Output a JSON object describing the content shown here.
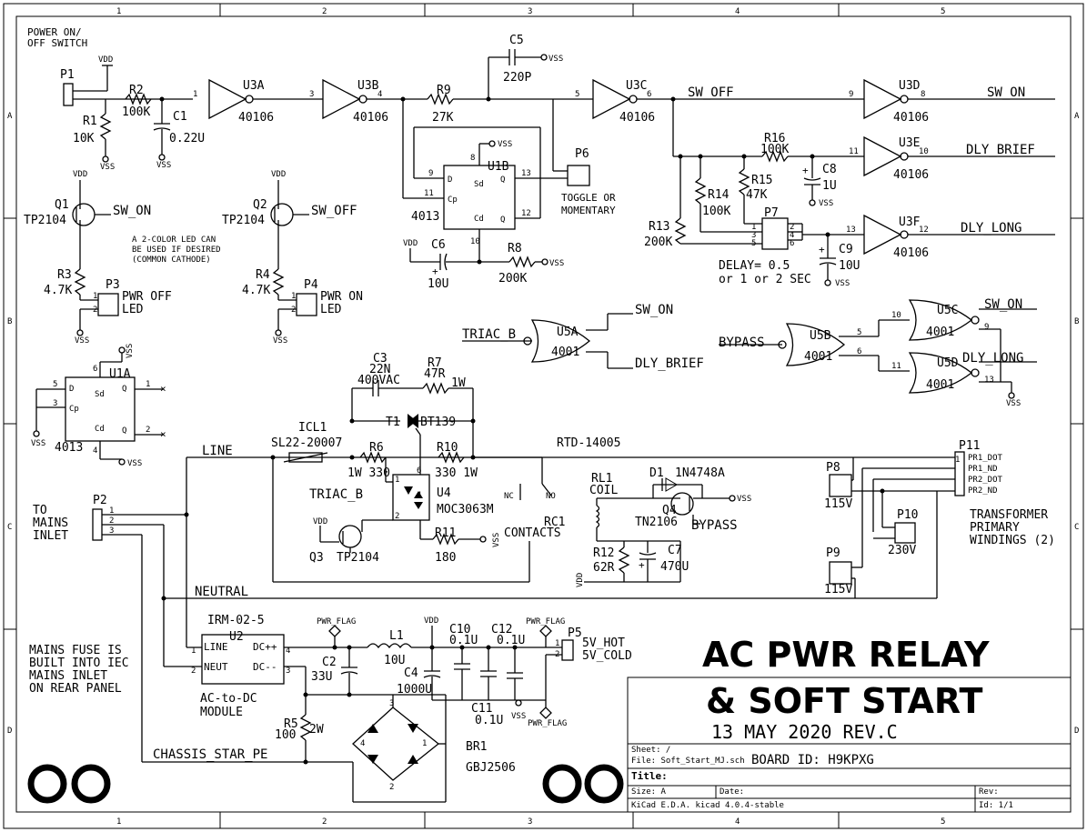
{
  "border": {
    "cols": [
      "1",
      "2",
      "3",
      "4",
      "5"
    ],
    "rows": [
      "A",
      "B",
      "C",
      "D"
    ]
  },
  "notes": {
    "power_switch": [
      "POWER ON/",
      "OFF SWITCH"
    ],
    "led_note": [
      "A 2-COLOR LED CAN",
      "BE USED IF DESIRED",
      "(COMMON CATHODE)"
    ],
    "toggle": [
      "TOGGLE OR",
      "MOMENTARY"
    ],
    "delay": [
      "DELAY= 0.5",
      "or 1 or 2 SEC"
    ],
    "mains": [
      "TO",
      "MAINS",
      "INLET"
    ],
    "fuse": [
      "MAINS FUSE IS",
      "BUILT INTO IEC",
      "MAINS INLET",
      "ON REAR PANEL"
    ],
    "transformer": [
      "TRANSFORMER",
      "PRIMARY",
      "WINDINGS (2)"
    ],
    "module": [
      "AC-to-DC",
      "MODULE"
    ]
  },
  "nets": {
    "sw_off": "SW_OFF",
    "sw_on": "SW_ON",
    "dly_brief": "DLY_BRIEF",
    "dly_long": "DLY_LONG",
    "triac_b": "TRIAC_B",
    "bypass": "BYPASS",
    "line": "LINE",
    "neutral": "NEUTRAL",
    "chassis": "CHASSIS_STAR_PE",
    "rtd": "RTD-14005",
    "vdd": "VDD",
    "vss": "VSS",
    "pwr_flag": "PWR_FLAG",
    "v5_hot": "5V_HOT",
    "v5_cold": "5V_COLD"
  },
  "components": {
    "P1": "P1",
    "R1": "R1",
    "R1v": "10K",
    "R2": "R2",
    "R2v": "100K",
    "C1": "C1",
    "C1v": "0.22U",
    "U3A": "U3A",
    "U3B": "U3B",
    "U3C": "U3C",
    "U3D": "U3D",
    "U3E": "U3E",
    "U3F": "U3F",
    "p40106": "40106",
    "C5": "C5",
    "C5v": "220P",
    "R9": "R9",
    "R9v": "27K",
    "U1B": "U1B",
    "p4013": "4013",
    "P6": "P6",
    "C6": "C6",
    "C6v": "10U",
    "R8": "R8",
    "R8v": "200K",
    "R16": "R16",
    "R16v": "100K",
    "R15": "R15",
    "R15v": "47K",
    "R14": "R14",
    "R14v": "100K",
    "R13": "R13",
    "R13v": "200K",
    "C8": "C8",
    "C8v": "1U",
    "C9": "C9",
    "C9v": "10U",
    "P7": "P7",
    "Q1": "Q1",
    "Q2": "Q2",
    "Q3": "Q3",
    "Q4": "Q4",
    "TP2104": "TP2104",
    "TN2106": "TN2106",
    "R3": "R3",
    "R3v": "4.7K",
    "R4": "R4",
    "R4v": "4.7K",
    "P3": "P3",
    "P4": "P4",
    "P3l": [
      "PWR OFF",
      "LED"
    ],
    "P4l": [
      "PWR ON",
      "LED"
    ],
    "U1A": "U1A",
    "U5A": "U5A",
    "U5B": "U5B",
    "U5C": "U5C",
    "U5D": "U5D",
    "p4001": "4001",
    "C3": "C3",
    "C3v": "22N",
    "C3r": "400VAC",
    "R7": "R7",
    "R7v": "47R",
    "R7w": "1W",
    "T1": "T1",
    "T1v": "BT139",
    "ICL1": "ICL1",
    "ICL1v": "SL22-20007",
    "R6": "R6",
    "R6v": "1W 330",
    "R10": "R10",
    "R10v": "330 1W",
    "U4": "U4",
    "U4v": "MOC3063M",
    "R11": "R11",
    "R11v": "180",
    "RL1": "RL1",
    "RL1l": "COIL",
    "D1": "D1",
    "D1v": "1N4748A",
    "RC1": "RC1",
    "RC1l": "CONTACTS",
    "nc": "NC",
    "no": "NO",
    "R12": "R12",
    "R12v": "62R",
    "C7": "C7",
    "C7v": "470U",
    "P2": "P2",
    "P8": "P8",
    "P8v": "115V",
    "P9": "P9",
    "P9v": "115V",
    "P10": "P10",
    "P10v": "230V",
    "P11": "P11",
    "P11p": [
      "PR1_DOT",
      "PR1_ND",
      "PR2_DOT",
      "PR2_ND"
    ],
    "U2": "U2",
    "U2v": "IRM-02-5",
    "U2line": "LINE",
    "U2neut": "NEUT",
    "U2dcp": "DC++",
    "U2dcm": "DC--",
    "C2": "C2",
    "C2v": "33U",
    "L1": "L1",
    "L1v": "10U",
    "C4": "C4",
    "C4v": "1000U",
    "C10": "C10",
    "C10v": "0.1U",
    "C11": "C11",
    "C11v": "0.1U",
    "C12": "C12",
    "C12v": "0.1U",
    "P5": "P5",
    "R5": "R5",
    "R5v": "100",
    "R5w": "2W",
    "BR1": "BR1",
    "BR1v": "GBJ2506"
  },
  "title_block": {
    "title_line1": "AC PWR RELAY",
    "title_line2": "& SOFT START",
    "date_rev": "13 MAY 2020  REV.C",
    "sheet": "Sheet: /",
    "file": "File: Soft_Start_MJ.sch",
    "board_id": "BOARD ID: H9KPXG",
    "title_label": "Title:",
    "size": "Size: A",
    "date": "Date:",
    "rev": "Rev:",
    "kicad": "KiCad E.D.A.  kicad 4.0.4-stable",
    "id": "Id: 1/1"
  }
}
